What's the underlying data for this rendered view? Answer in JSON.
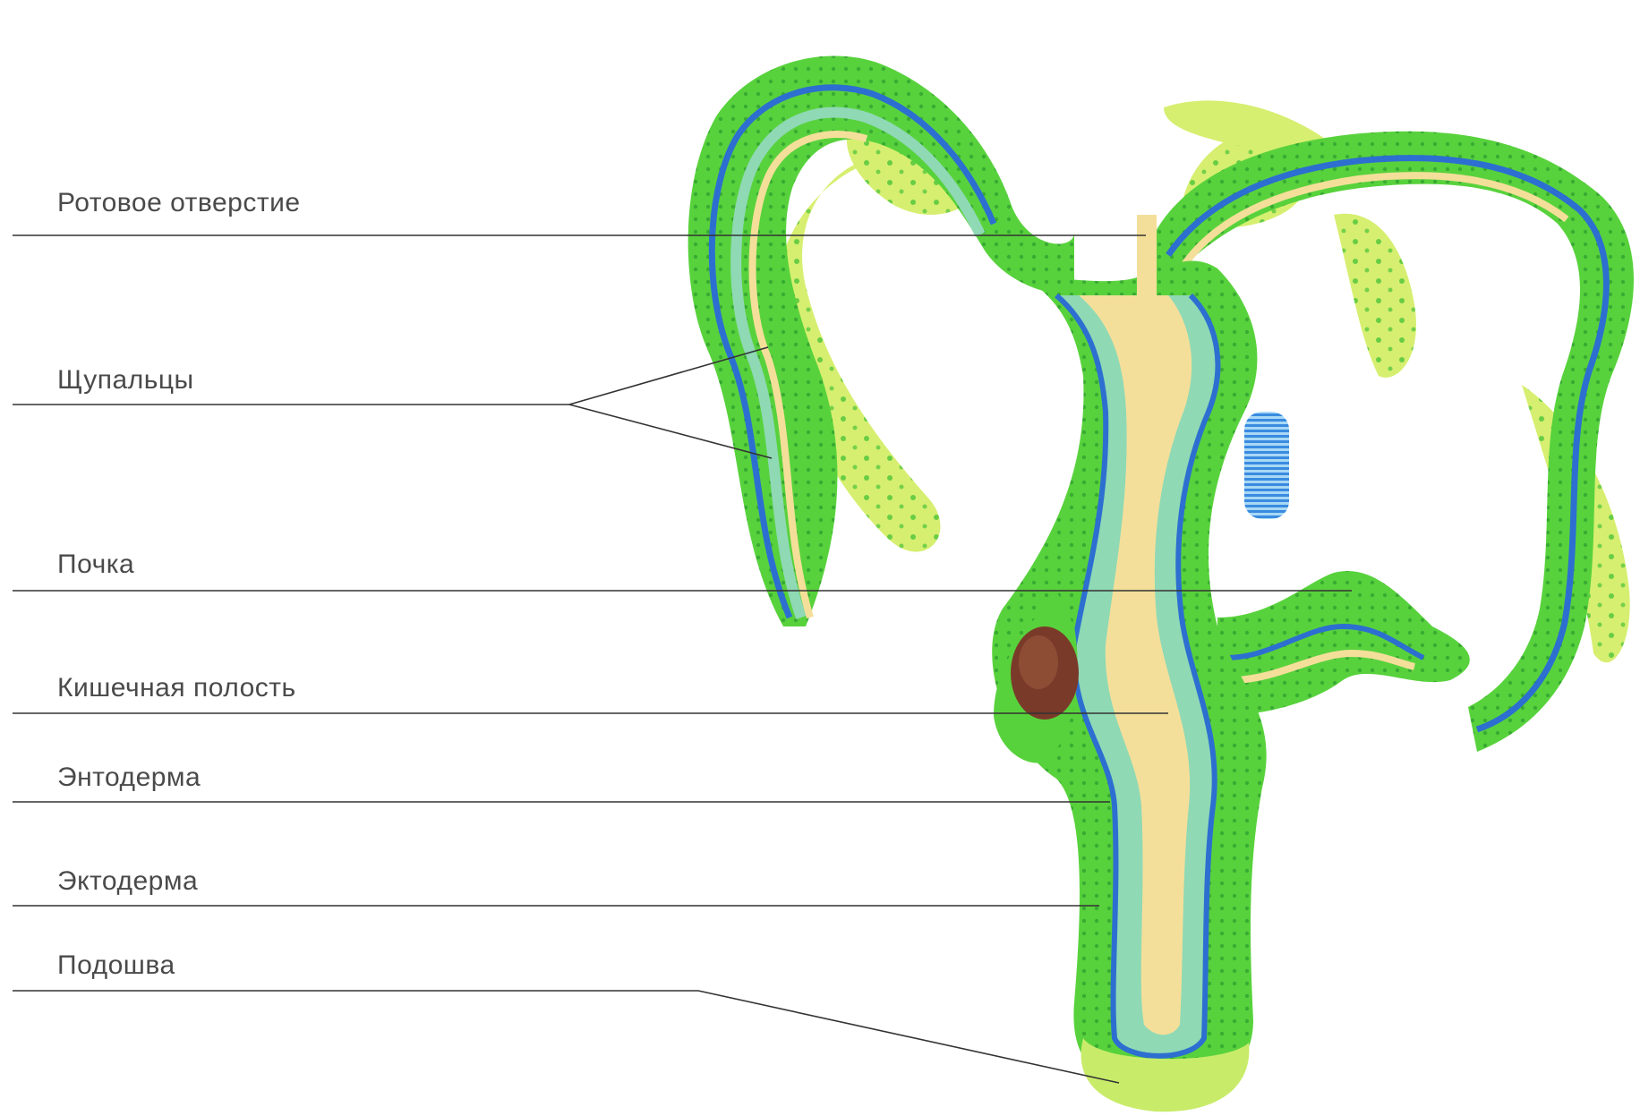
{
  "labels": {
    "mouth": "Ротовое отверстие",
    "tentacles": "Щупальцы",
    "bud": "Почка",
    "gut_cavity": "Кишечная полость",
    "endoderm": "Энтодерма",
    "ectoderm": "Эктодерма",
    "sole": "Подошва"
  },
  "colors": {
    "ectoderm": "#58d23c",
    "ectoderm_light": "#c8ec6a",
    "ectoderm_dark": "#1f9a2a",
    "mesoglea": "#2d6fd0",
    "endoderm": "#8fd9b5",
    "cavity": "#f4df9a",
    "back_tentacle": "#d6ef70",
    "egg": "#7a3a2a",
    "line": "#333333"
  }
}
